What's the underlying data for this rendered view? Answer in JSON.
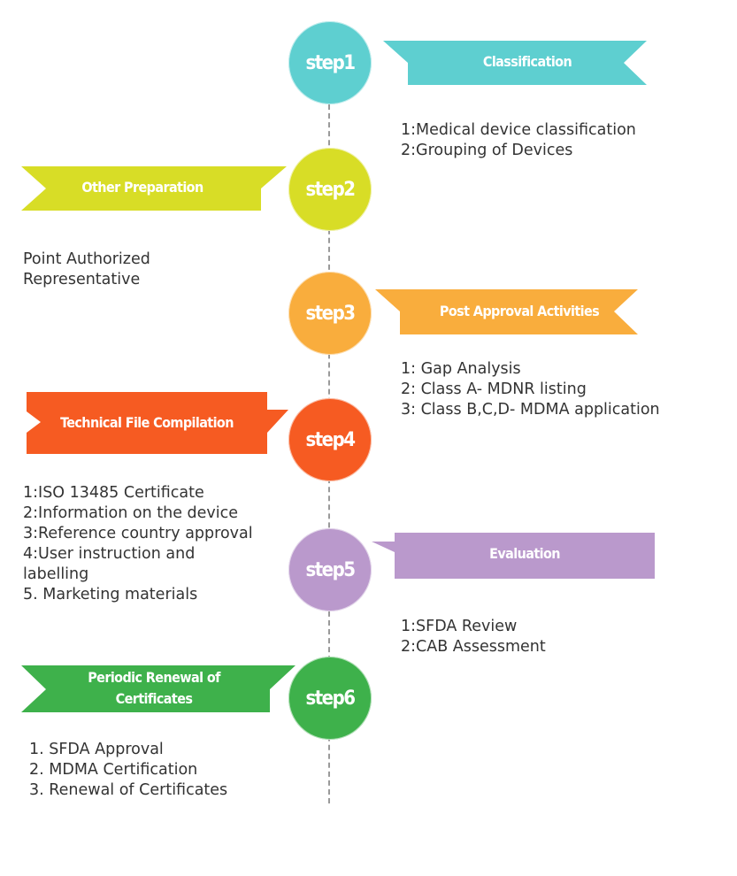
{
  "colors": {
    "step1": "#5ECFD0",
    "step2": "#D8DD26",
    "step3": "#F9AD3D",
    "step4": "#F65B22",
    "step5": "#BA99CC",
    "step6": "#3EB14B"
  },
  "steps": [
    {
      "label": "step1",
      "banner": "Classification",
      "items": [
        "1:Medical device classification",
        "2:Grouping of Devices"
      ]
    },
    {
      "label": "step2",
      "banner": "Other Preparation",
      "items": [
        "Point Authorized",
        "Representative"
      ]
    },
    {
      "label": "step3",
      "banner": "Post Approval Activities",
      "items": [
        "1: Gap Analysis",
        "2: Class A- MDNR listing",
        "3: Class B,C,D- MDMA application"
      ]
    },
    {
      "label": "step4",
      "banner": "Technical File Compilation",
      "items": [
        "1:ISO 13485 Certificate",
        "2:Information on the device",
        "3:Reference country approval",
        "4:User instruction and",
        "labelling",
        "5. Marketing materials"
      ]
    },
    {
      "label": "step5",
      "banner": "Evaluation",
      "items": [
        "1:SFDA Review",
        "2:CAB Assessment"
      ]
    },
    {
      "label": "step6",
      "banner_line1": "Periodic Renewal of",
      "banner_line2": "Certificates",
      "items": [
        "1. SFDA Approval",
        "2. MDMA Certification",
        "3. Renewal of Certificates"
      ]
    }
  ]
}
